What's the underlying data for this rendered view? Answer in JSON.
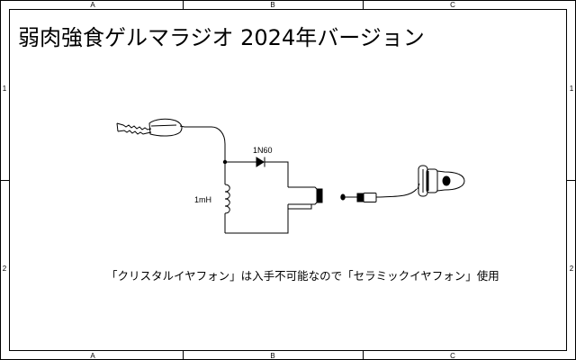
{
  "title": "弱肉強食ゲルマラジオ 2024年バージョン",
  "note": "「クリスタルイヤフォン」は入手不可能なので「セラミックイヤフォン」使用",
  "border": {
    "columns": [
      "A",
      "B",
      "C"
    ],
    "rows": [
      "1",
      "2"
    ]
  },
  "components": {
    "diode_label": "1N60",
    "inductor_label": "1mH"
  },
  "icons": {
    "clip": "alligator-clip-icon",
    "jack": "earphone-jack-icon",
    "plug": "earphone-plug-icon",
    "earphone": "ceramic-earphone-icon"
  }
}
